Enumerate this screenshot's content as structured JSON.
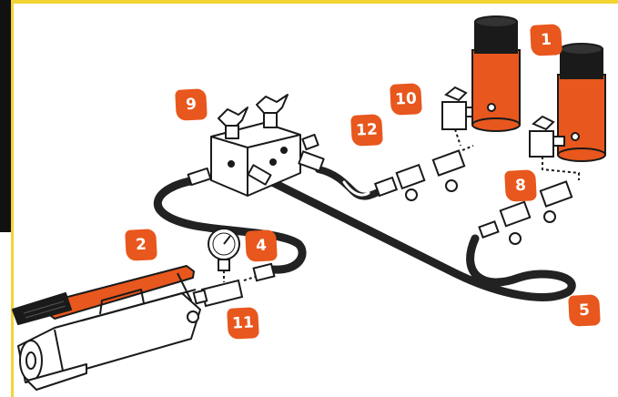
{
  "callouts": [
    {
      "label": "1",
      "part": "hydraulic-cylinder"
    },
    {
      "label": "2",
      "part": "hand-pump"
    },
    {
      "label": "4",
      "part": "gauge-adapter-fitting"
    },
    {
      "label": "5",
      "part": "hydraulic-hose"
    },
    {
      "label": "8",
      "part": "quick-coupler-set"
    },
    {
      "label": "9",
      "part": "manifold-block"
    },
    {
      "label": "10",
      "part": "needle-valve"
    },
    {
      "label": "11",
      "part": "gauge-adapter"
    },
    {
      "label": "12",
      "part": "coupler-pair"
    }
  ],
  "colors": {
    "accent": "#e8571d",
    "frame_left": "#111111",
    "frame_top": "#f2d433",
    "ink": "#1a1a1a",
    "hose": "#222222"
  }
}
